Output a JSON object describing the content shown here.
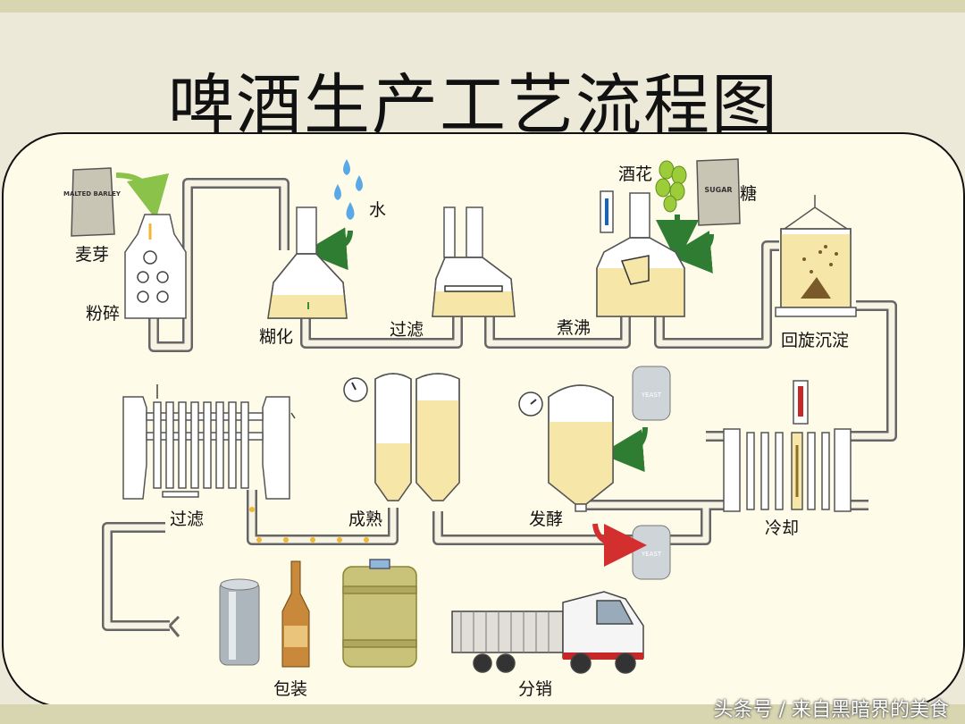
{
  "title": "啤酒生产工艺流程图",
  "watermark": "头条号 / 来自黑暗界的美食",
  "bag_labels": {
    "malt": "MALTED BARLEY",
    "sugar": "SUGAR",
    "yeast": "YEAST"
  },
  "labels": {
    "malt": "麦芽",
    "crush": "粉碎",
    "water": "水",
    "mash": "糊化",
    "lauter": "过滤",
    "hops": "酒花",
    "sugar": "糖",
    "boil": "煮沸",
    "whirlpool": "回旋沉淀",
    "cool": "冷却",
    "ferment": "发酵",
    "mature": "成熟",
    "filter": "过滤",
    "package": "包装",
    "distribute": "分销"
  },
  "colors": {
    "liquid": "#f6e6a8",
    "liquid_dark": "#efd27a",
    "pipe": "#777777",
    "arrow_green": "#2e7d32",
    "arrow_red": "#d32f2f",
    "panel": "#fefbe8"
  }
}
